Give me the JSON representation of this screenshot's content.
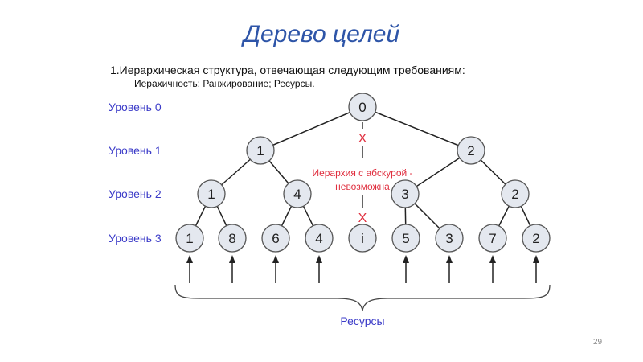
{
  "title": "Дерево целей",
  "subtitle": "1.Иерархическая структура, отвечающая следующим требованиям:",
  "requirements": "Иерахичность; Ранжирование; Ресурсы.",
  "page_number": "29",
  "levels": [
    "Уровень 0",
    "Уровень 1",
    "Уровень 2",
    "Уровень 3"
  ],
  "tree": {
    "level0": [
      "0"
    ],
    "level1": [
      "1",
      "2"
    ],
    "level2": [
      "1",
      "4",
      "3",
      "2"
    ],
    "level3": [
      "1",
      "8",
      "6",
      "4",
      "i",
      "5",
      "3",
      "7",
      "2"
    ]
  },
  "forbidden_note": [
    "Иерархия с абскурой -",
    "невозможна"
  ],
  "forbidden_mark": "X",
  "resources_label": "Ресурсы",
  "colors": {
    "label": "#3b3bc8",
    "title": "#2e55a8",
    "forbidden": "#e03040",
    "node_fill": "#e4e8ef"
  }
}
